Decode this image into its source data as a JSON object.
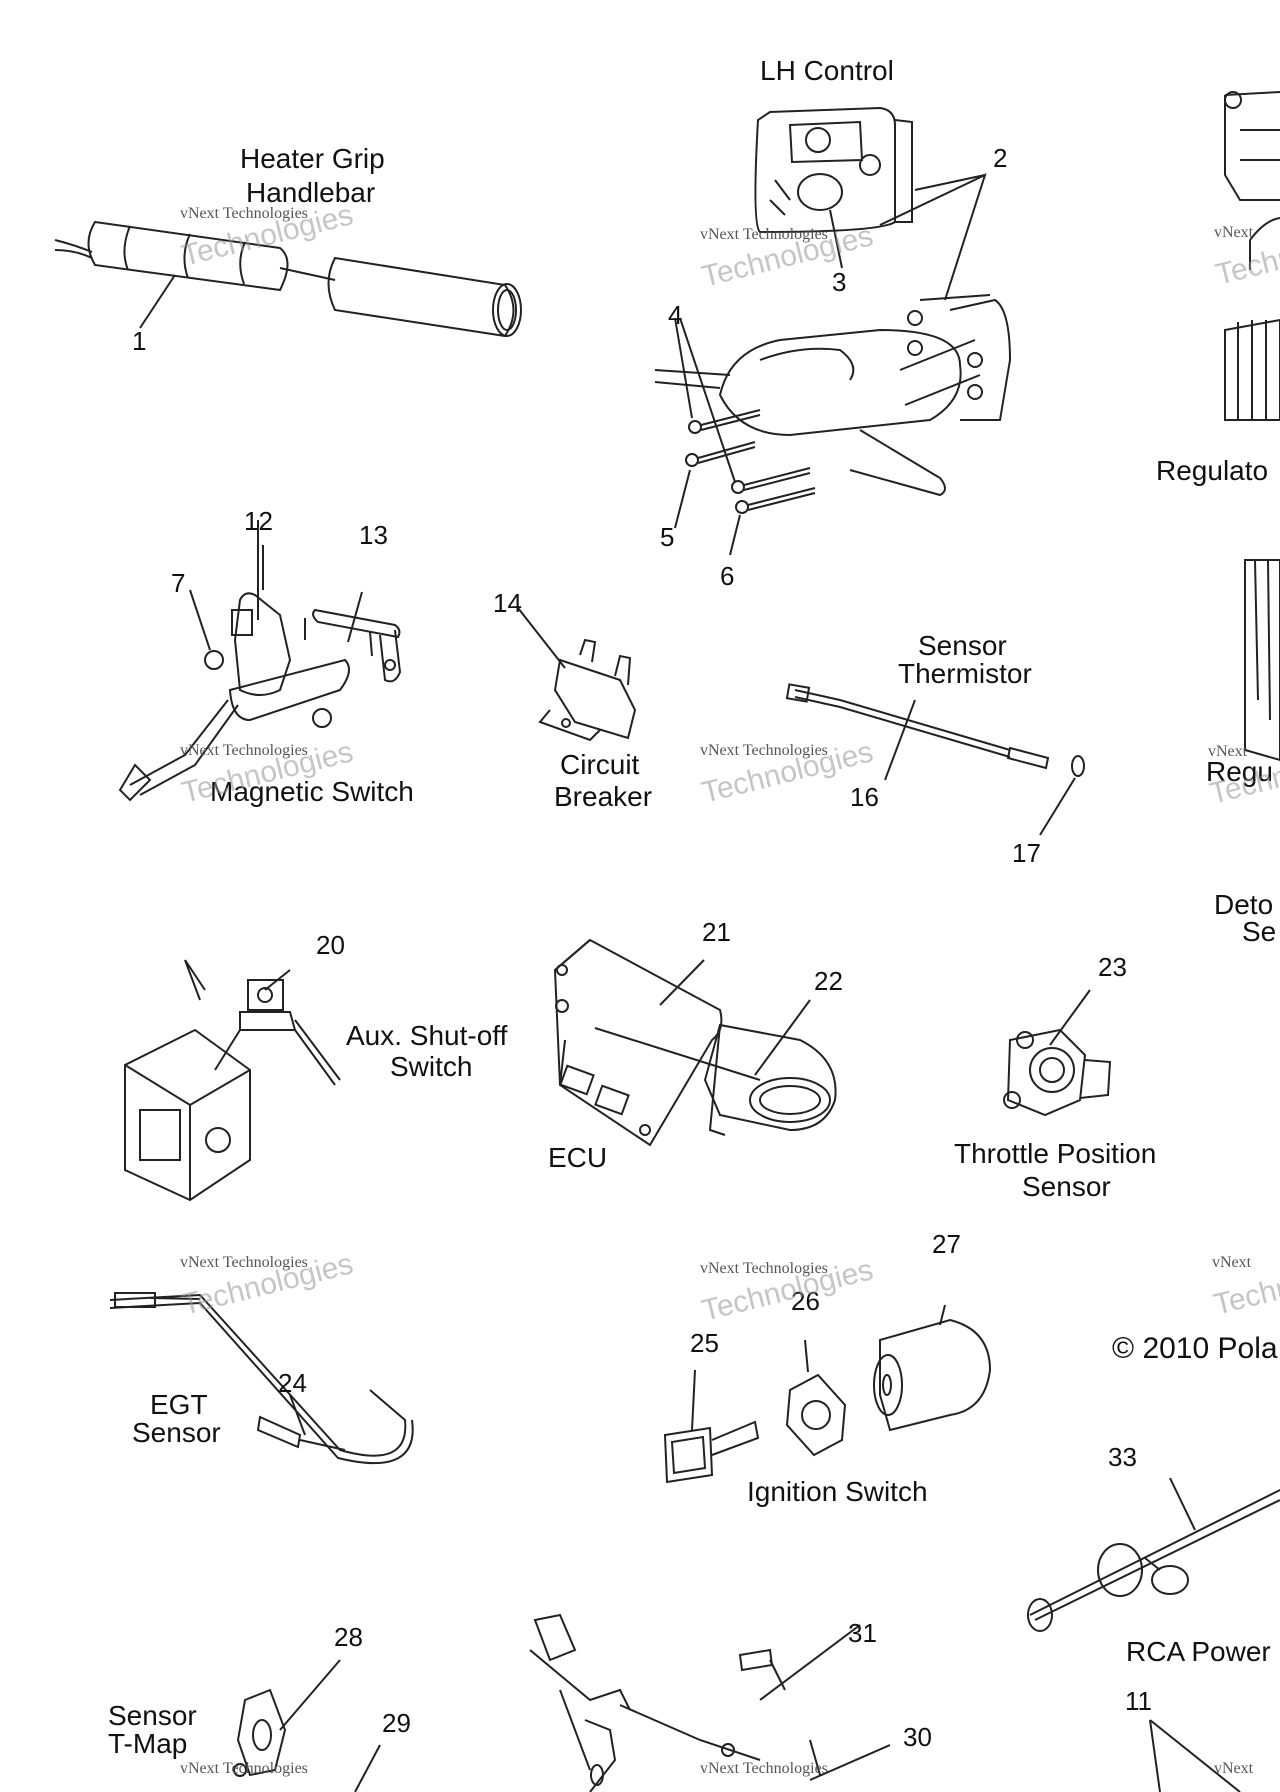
{
  "labels": {
    "lh_control": "LH Control",
    "heater_grip_1": "Heater Grip",
    "heater_grip_2": "Handlebar",
    "regulator_top": "Regulato",
    "regulator_mid": "Regu",
    "sensor_thermistor_1": "Sensor",
    "sensor_thermistor_2": "Thermistor",
    "magnetic_switch": "Magnetic Switch",
    "circuit_breaker_1": "Circuit",
    "circuit_breaker_2": "Breaker",
    "detonation_1": "Deto",
    "detonation_2": "Se",
    "aux_shutoff_1": "Aux. Shut-off",
    "aux_shutoff_2": "Switch",
    "ecu": "ECU",
    "throttle_1": "Throttle Position",
    "throttle_2": "Sensor",
    "egt_1": "EGT",
    "egt_2": "Sensor",
    "ignition_switch": "Ignition Switch",
    "copyright": "© 2010 Pola",
    "rca_power": "RCA Power",
    "sensor_tmap_1": "Sensor",
    "sensor_tmap_2": "T-Map"
  },
  "callouts": [
    "1",
    "2",
    "3",
    "4",
    "5",
    "6",
    "7",
    "12",
    "13",
    "14",
    "16",
    "17",
    "20",
    "21",
    "22",
    "23",
    "24",
    "25",
    "26",
    "27",
    "28",
    "29",
    "30",
    "31",
    "33",
    "11"
  ],
  "watermark": {
    "line1": "vNext Technologies",
    "line2": "vNext",
    "line3": "Technologies"
  }
}
